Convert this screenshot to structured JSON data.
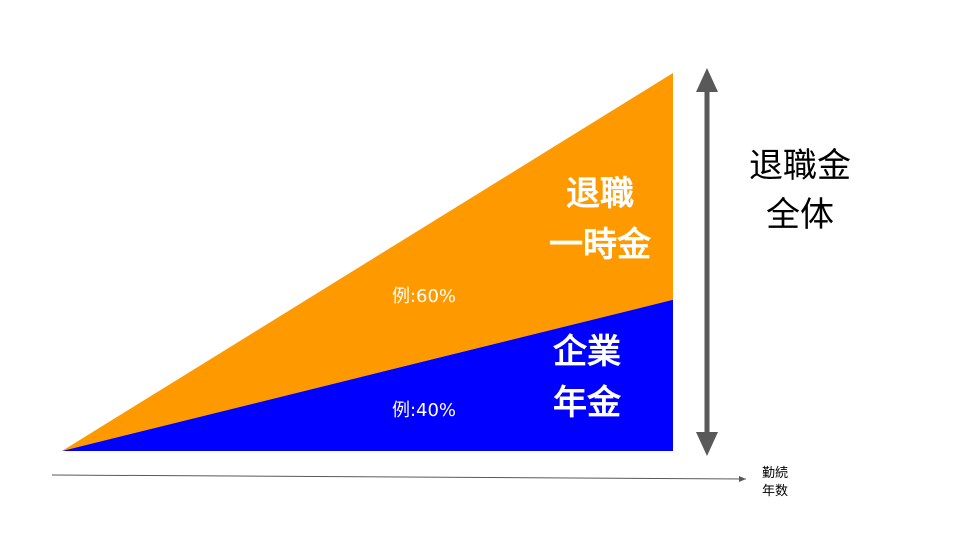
{
  "lump_sum": {
    "label_line1": "退職",
    "label_line2": "一時金",
    "example": "例:60%",
    "share": 0.6,
    "color": "#FF9900"
  },
  "pension": {
    "label_line1": "企業",
    "label_line2": "年金",
    "example": "例:40%",
    "share": 0.4,
    "color": "#0000FF"
  },
  "total": {
    "label_line1": "退職金",
    "label_line2": "全体",
    "arrow_color": "#595959"
  },
  "x_axis": {
    "label_line1": "勤続",
    "label_line2": "年数"
  }
}
